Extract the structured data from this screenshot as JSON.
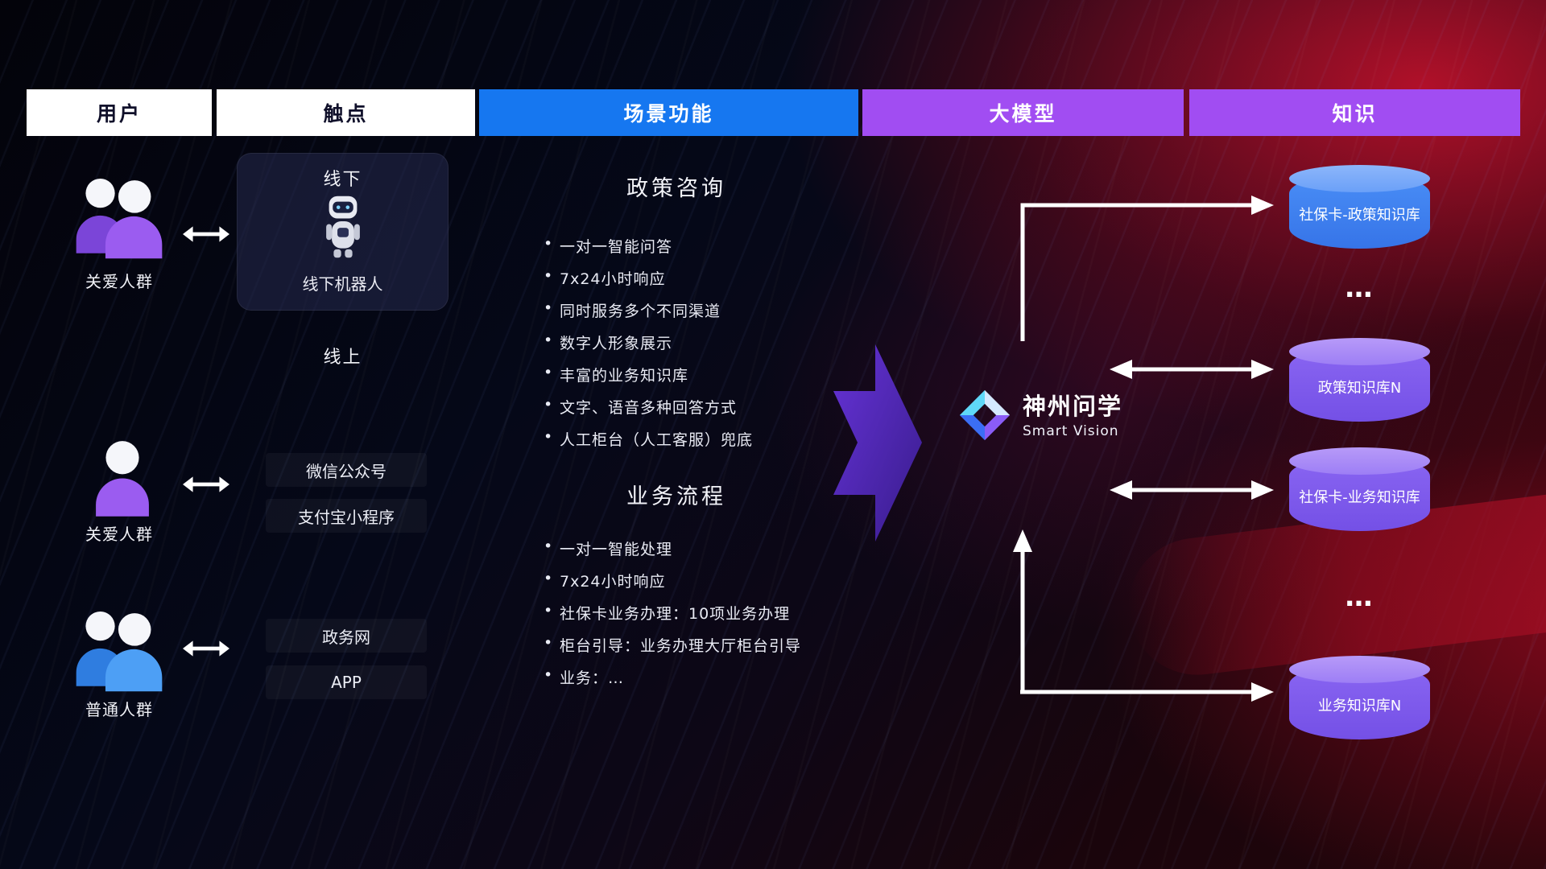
{
  "colors": {
    "header_blue": "#1677f0",
    "header_purple": "#a14df2",
    "cylinder_blue": "#4a8ef6",
    "cylinder_purple": "#8a66f2",
    "user_purple": "#9b5cf0",
    "user_blue": "#4d9ff5"
  },
  "headers": [
    {
      "label": "用户"
    },
    {
      "label": "触点"
    },
    {
      "label": "场景功能"
    },
    {
      "label": "大模型"
    },
    {
      "label": "知识"
    }
  ],
  "users": [
    {
      "label": "关爱人群",
      "icon": "group",
      "color": "purple"
    },
    {
      "label": "关爱人群",
      "icon": "person",
      "color": "purple"
    },
    {
      "label": "普通人群",
      "icon": "group",
      "color": "blue"
    }
  ],
  "touchpoints": {
    "offline_title": "线下",
    "offline_robot": "线下机器人",
    "online_title": "线上",
    "items": [
      "微信公众号",
      "支付宝小程序",
      "政务网",
      "APP"
    ]
  },
  "scenarios": [
    {
      "title": "政策咨询",
      "items": [
        "一对一智能问答",
        "7x24小时响应",
        "同时服务多个不同渠道",
        "数字人形象展示",
        "丰富的业务知识库",
        "文字、语音多种回答方式",
        "人工柜台（人工客服）兜底"
      ]
    },
    {
      "title": "业务流程",
      "items": [
        "一对一智能处理",
        "7x24小时响应",
        "社保卡业务办理：10项业务办理",
        "柜台引导：业务办理大厅柜台引导",
        "业务：…"
      ]
    }
  ],
  "model": {
    "name": "神州问学",
    "subtitle": "Smart Vision"
  },
  "knowledge": [
    {
      "label": "社保卡-政策知识库",
      "type": "cylinder-blue"
    },
    {
      "label": "…",
      "type": "dots"
    },
    {
      "label": "政策知识库N",
      "type": "cylinder-purple"
    },
    {
      "label": "社保卡-业务知识库",
      "type": "cylinder-purple"
    },
    {
      "label": "…",
      "type": "dots"
    },
    {
      "label": "业务知识库N",
      "type": "cylinder-purple"
    }
  ]
}
